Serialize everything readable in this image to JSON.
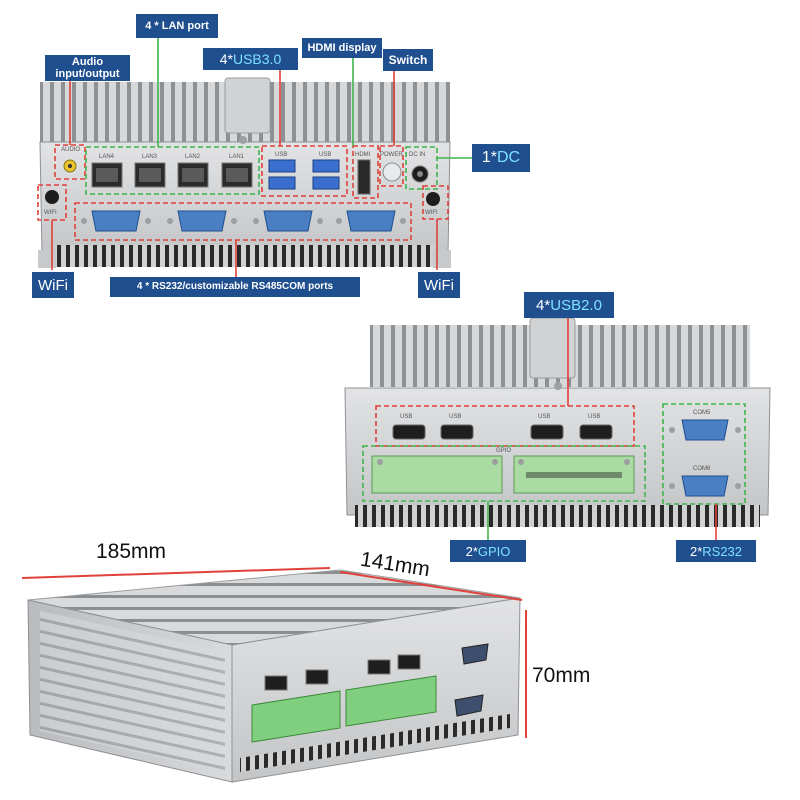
{
  "labels": {
    "audio": "Audio input/output",
    "lan": "4 * LAN port",
    "usb3_count": "4*",
    "usb3_name": "USB3.0",
    "hdmi": "HDMI display",
    "switch": "Switch",
    "dc_count": "1*",
    "dc_name": "DC",
    "wifi_left": "WiFi",
    "wifi_right": "WiFi",
    "com": "4 * RS232/customizable RS485COM ports",
    "usb2_count": "4*",
    "usb2_name": "USB2.0",
    "gpio_count": "2*",
    "gpio_name": "GPIO",
    "rs232_count": "2*",
    "rs232_name": "RS232"
  },
  "panel_text": {
    "audio": "AUDIO",
    "lan4": "LAN4",
    "lan3": "LAN3",
    "lan2": "LAN2",
    "lan1": "LAN1",
    "usb": "USB",
    "hdmi": "HDMI",
    "power": "POWER",
    "dcin": "DC IN",
    "wifi": "WIFI",
    "gpio": "GPIO",
    "com5": "COM5",
    "com6": "COM6"
  },
  "dimensions": {
    "length": "185mm",
    "width": "141mm",
    "height": "70mm"
  },
  "colors": {
    "label_bg": "#1f4f8f",
    "label_highlight": "#7ee0ff",
    "callout_red": "#e0413a",
    "callout_green": "#3fb54a",
    "chassis": "#c9cbcd",
    "terminal_green": "#8ccf8c"
  }
}
